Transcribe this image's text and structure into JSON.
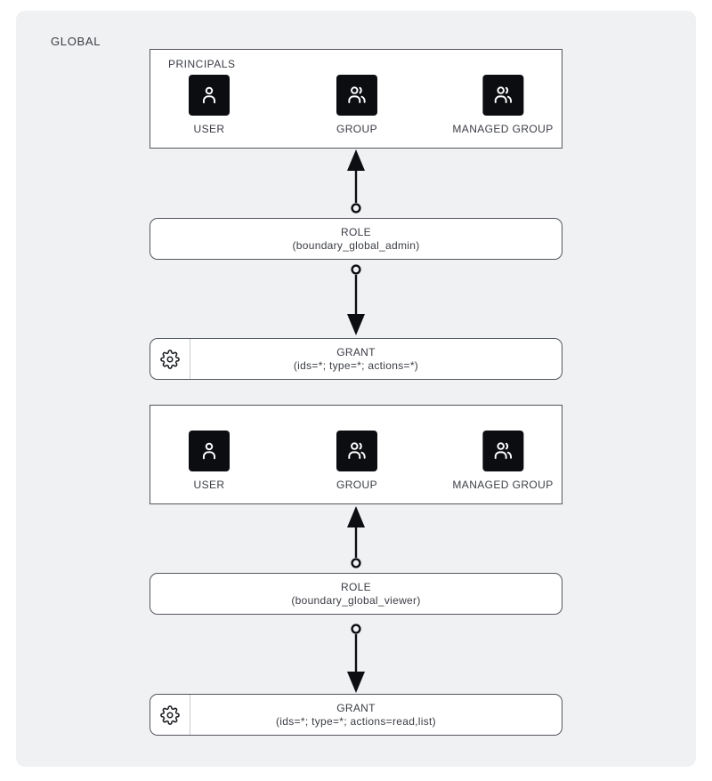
{
  "global_container": {
    "label": "GLOBAL"
  },
  "colors": {
    "page_bg": "#ffffff",
    "container_bg": "#f0f1f2",
    "box_border": "#54565d",
    "text": "#3a3d44",
    "icon_bg": "#0b0d11",
    "icon_glyph": "#ffffff",
    "arrow": "#0c0e12",
    "divider": "#c9cbce"
  },
  "principals_top": {
    "label": "PRINCIPALS",
    "items": [
      {
        "icon": "user-icon",
        "label": "USER"
      },
      {
        "icon": "group-icon",
        "label": "GROUP"
      },
      {
        "icon": "managed-group-icon",
        "label": "MANAGED GROUP"
      }
    ]
  },
  "role_admin": {
    "title": "ROLE",
    "name": "(boundary_global_admin)"
  },
  "grant_admin": {
    "icon": "gear-icon",
    "title": "GRANT",
    "spec": "(ids=*; type=*; actions=*)"
  },
  "principals_bottom": {
    "items": [
      {
        "icon": "user-icon",
        "label": "USER"
      },
      {
        "icon": "group-icon",
        "label": "GROUP"
      },
      {
        "icon": "managed-group-icon",
        "label": "MANAGED GROUP"
      }
    ]
  },
  "role_viewer": {
    "title": "ROLE",
    "name": "(boundary_global_viewer)"
  },
  "grant_viewer": {
    "icon": "gear-icon",
    "title": "GRANT",
    "spec": "(ids=*; type=*; actions=read,list)"
  }
}
